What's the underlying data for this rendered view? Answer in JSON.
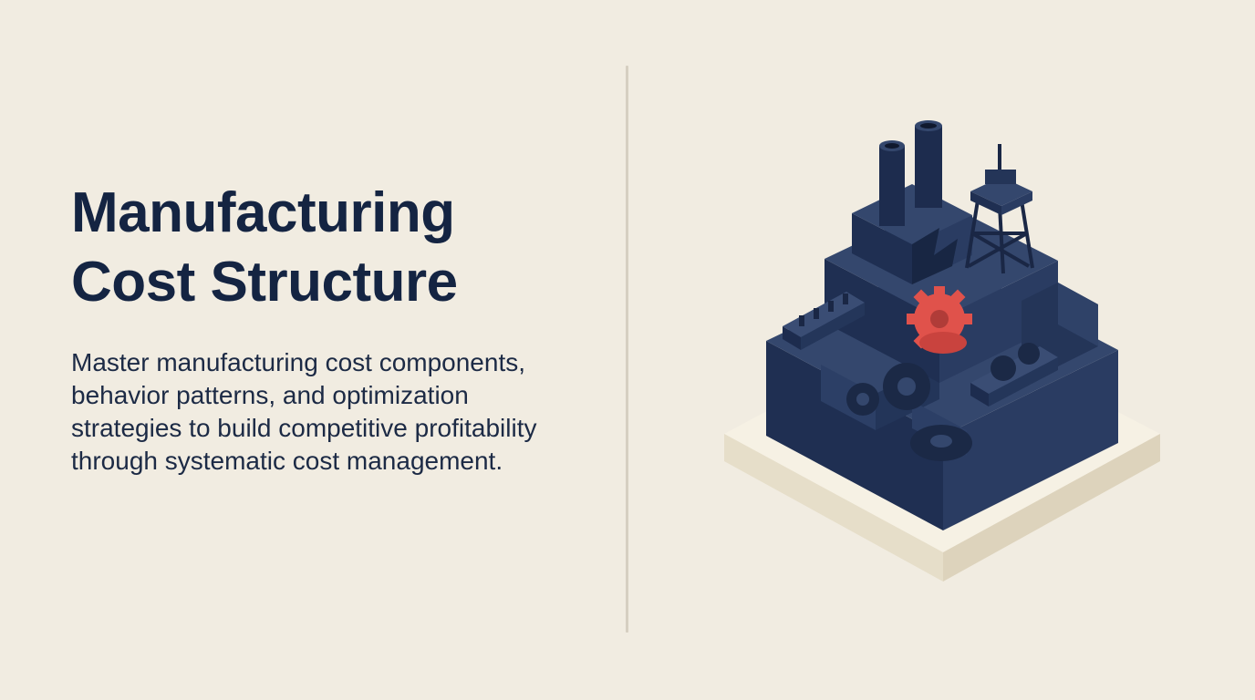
{
  "slide": {
    "title_line1": "Manufacturing",
    "title_line2": "Cost Structure",
    "description": "Master manufacturing cost components, behavior patterns, and optimization strategies to build competitive profitability through systematic cost management."
  },
  "illustration": {
    "icon": "isometric-factory-icon",
    "gear_icon": "gear-icon",
    "conveyor_icon": "conveyor-belt-icon",
    "tower_icon": "lattice-tower-icon",
    "chimney_icon": "smokestack-icon"
  },
  "colors": {
    "background": "#f1ece1",
    "title": "#142442",
    "body_text": "#1c2a45",
    "factory_navy": "#243558",
    "factory_navy_dark": "#1a2745",
    "factory_navy_light": "#34476d",
    "accent_red": "#e0524b",
    "base_plate": "#ece5d3",
    "divider": "#d6cfc1"
  }
}
